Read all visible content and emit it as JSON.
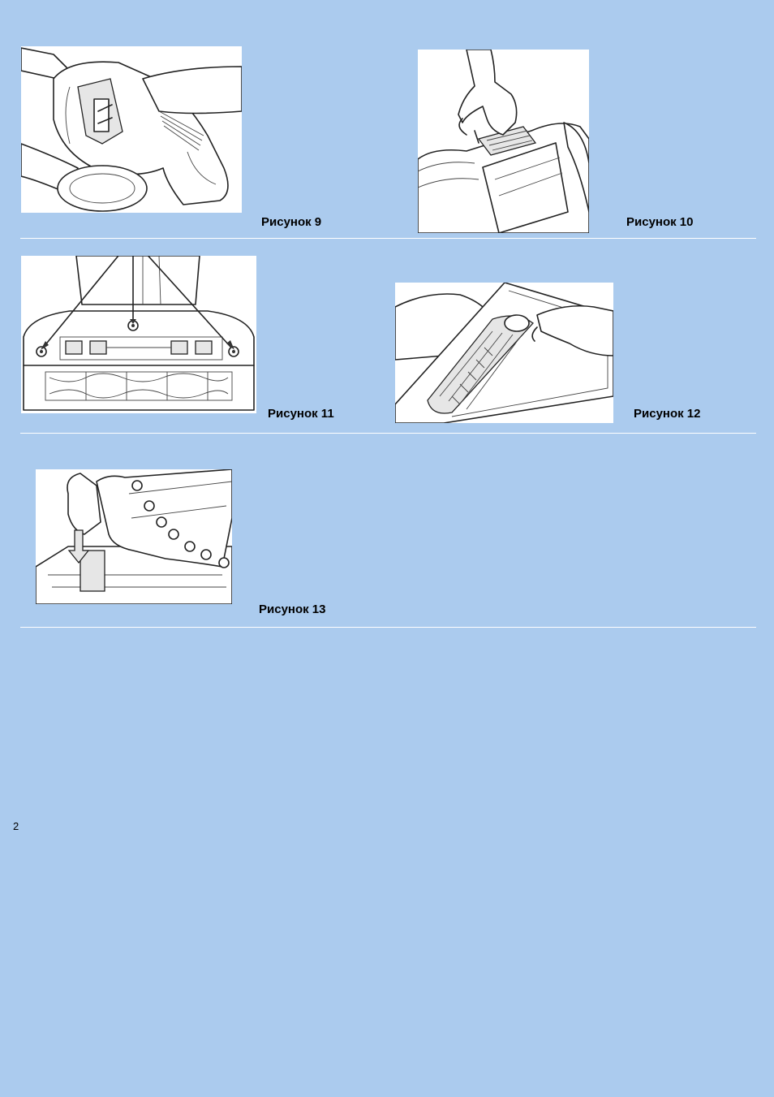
{
  "figures": [
    {
      "id": "fig9",
      "caption": "Рисунок 9"
    },
    {
      "id": "fig10",
      "caption": "Рисунок 10"
    },
    {
      "id": "fig11",
      "caption": "Рисунок 11"
    },
    {
      "id": "fig12",
      "caption": "Рисунок 12"
    },
    {
      "id": "fig13",
      "caption": "Рисунок 13"
    }
  ],
  "stray_mark": "2",
  "colors": {
    "page_background": "#abcbee",
    "figure_background": "#ffffff",
    "rule": "#ffffff"
  }
}
